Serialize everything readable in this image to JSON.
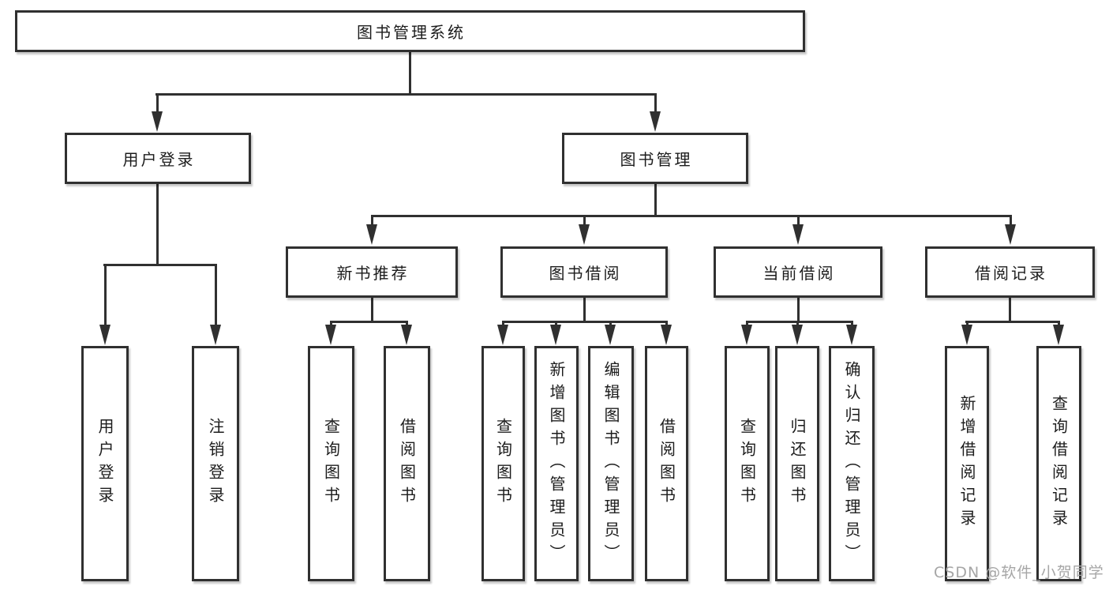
{
  "diagram_title": "图书管理系统",
  "watermark": "CSDN @软件_小贺同学",
  "colors": {
    "line": "#303030",
    "box_background": "#ffffff",
    "text": "#1c1c1c",
    "watermark": "#a6a6a6"
  },
  "nodes": {
    "root": {
      "label": "图书管理系统"
    },
    "user_login": {
      "label": "用户登录"
    },
    "book_management": {
      "label": "图书管理"
    },
    "new_book_recommend": {
      "label": "新书推荐"
    },
    "book_borrowing": {
      "label": "图书借阅"
    },
    "current_borrowing": {
      "label": "当前借阅"
    },
    "borrowing_records": {
      "label": "借阅记录"
    },
    "leaf_user_login": {
      "label": "用户登录"
    },
    "leaf_logout": {
      "label": "注销登录"
    },
    "leaf_query_books_recommend": {
      "label": "查询图书"
    },
    "leaf_borrow_books_recommend": {
      "label": "借阅图书"
    },
    "leaf_query_books_borrowing": {
      "label": "查询图书"
    },
    "leaf_add_books_admin": {
      "label": "新增图书（管理员）"
    },
    "leaf_edit_books_admin": {
      "label": "编辑图书（管理员）"
    },
    "leaf_borrow_books_borrowing": {
      "label": "借阅图书"
    },
    "leaf_query_books_current": {
      "label": "查询图书"
    },
    "leaf_return_books": {
      "label": "归还图书"
    },
    "leaf_confirm_return_admin": {
      "label": "确认归还（管理员）"
    },
    "leaf_add_borrow_record": {
      "label": "新增借阅记录"
    },
    "leaf_query_borrow_record": {
      "label": "查询借阅记录"
    }
  },
  "hierarchy": {
    "图书管理系统": {
      "用户登录": [
        "用户登录",
        "注销登录"
      ],
      "图书管理": {
        "新书推荐": [
          "查询图书",
          "借阅图书"
        ],
        "图书借阅": [
          "查询图书",
          "新增图书（管理员）",
          "编辑图书（管理员）",
          "借阅图书"
        ],
        "当前借阅": [
          "查询图书",
          "归还图书",
          "确认归还（管理员）"
        ],
        "借阅记录": [
          "新增借阅记录",
          "查询借阅记录"
        ]
      }
    }
  }
}
